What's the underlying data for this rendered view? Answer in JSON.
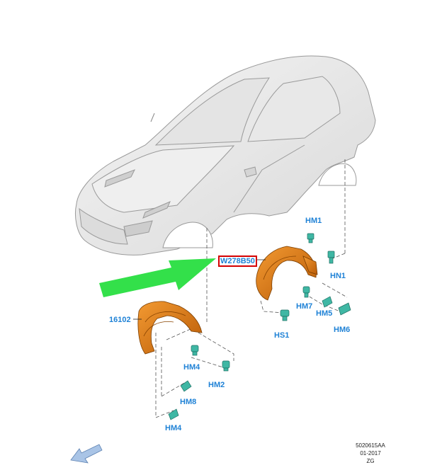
{
  "callouts": {
    "hm1": "HM1",
    "w278b50": "W278B50",
    "hn1": "HN1",
    "hm7": "HM7",
    "hm5": "HM5",
    "hm6": "HM6",
    "hs1": "HS1",
    "p16102": "16102",
    "hm4_upper": "HM4",
    "hm2": "HM2",
    "hm8": "HM8",
    "hm4_lower": "HM4"
  },
  "footer": {
    "code": "5020615AA",
    "date": "01-2017",
    "suffix": "ZG"
  },
  "colors": {
    "part_orange": "#e07a10",
    "clip_teal": "#3fb7a4",
    "highlight_arrow": "#33e04a",
    "callout_blue": "#1f82d6",
    "callout_box": "#d40000"
  },
  "icons": {
    "view_arrow": "view-direction-arrow-icon"
  }
}
